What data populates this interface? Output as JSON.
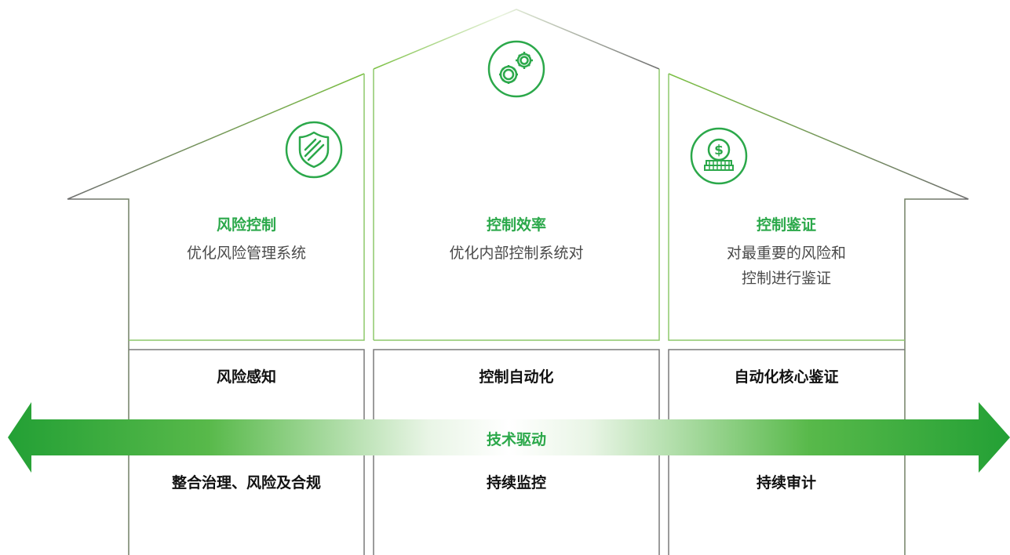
{
  "pillars": [
    {
      "title": "风险控制",
      "subtitle": [
        "优化风险管理系统"
      ],
      "icon": "shield-icon"
    },
    {
      "title": "控制效率",
      "subtitle": [
        "优化内部控制系统对"
      ],
      "icon": "gears-icon"
    },
    {
      "title": "控制鉴证",
      "subtitle": [
        "对最重要的风险和",
        "控制进行鉴证"
      ],
      "icon": "coin-icon"
    }
  ],
  "row1": [
    "风险感知",
    "控制自动化",
    "自动化核心鉴证"
  ],
  "row2": [
    "整合治理、风险及合规",
    "持续监控",
    "持续审计"
  ],
  "arrow_label": "技术驱动",
  "colors": {
    "accent": "#2ba84a",
    "line": "#8a8a8a",
    "text": "#4a4a4a"
  }
}
